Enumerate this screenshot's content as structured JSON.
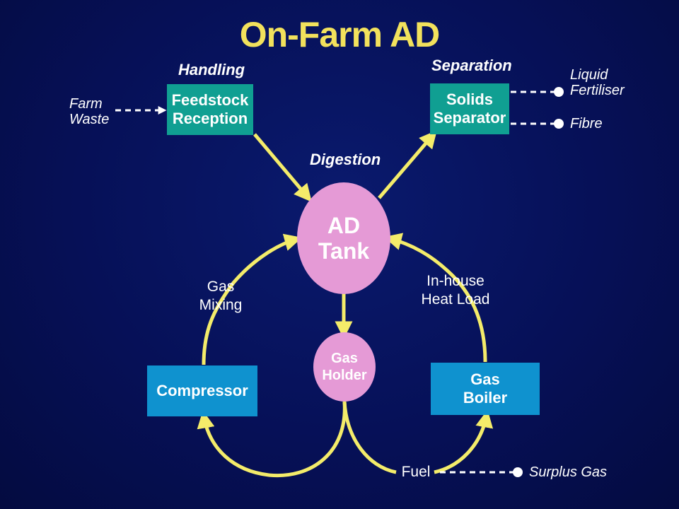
{
  "title": "On-Farm AD",
  "stages": {
    "handling": "Handling",
    "separation": "Separation",
    "digestion": "Digestion"
  },
  "nodes": {
    "feedstock_reception": [
      "Feedstock",
      "Reception"
    ],
    "solids_separator": [
      "Solids",
      "Separator"
    ],
    "ad_tank": [
      "AD",
      "Tank"
    ],
    "gas_holder": [
      "Gas",
      "Holder"
    ],
    "compressor": "Compressor",
    "gas_boiler": [
      "Gas",
      "Boiler"
    ]
  },
  "inputs": {
    "farm_waste": [
      "Farm",
      "Waste"
    ]
  },
  "outputs": {
    "liquid_fertiliser": [
      "Liquid",
      "Fertiliser"
    ],
    "fibre": "Fibre",
    "surplus_gas": "Surplus Gas"
  },
  "flow_labels": {
    "gas_mixing": [
      "Gas",
      "Mixing"
    ],
    "in_house_heat_load": [
      "In-house",
      "Heat Load"
    ],
    "fuel": "Fuel"
  },
  "colors": {
    "background": "#061057",
    "title": "#f2e15c",
    "arrow": "#f4ec6a",
    "teal_box": "#109f92",
    "blue_box": "#0f92cf",
    "ellipse": "#e59ad6",
    "text": "#ffffff"
  }
}
